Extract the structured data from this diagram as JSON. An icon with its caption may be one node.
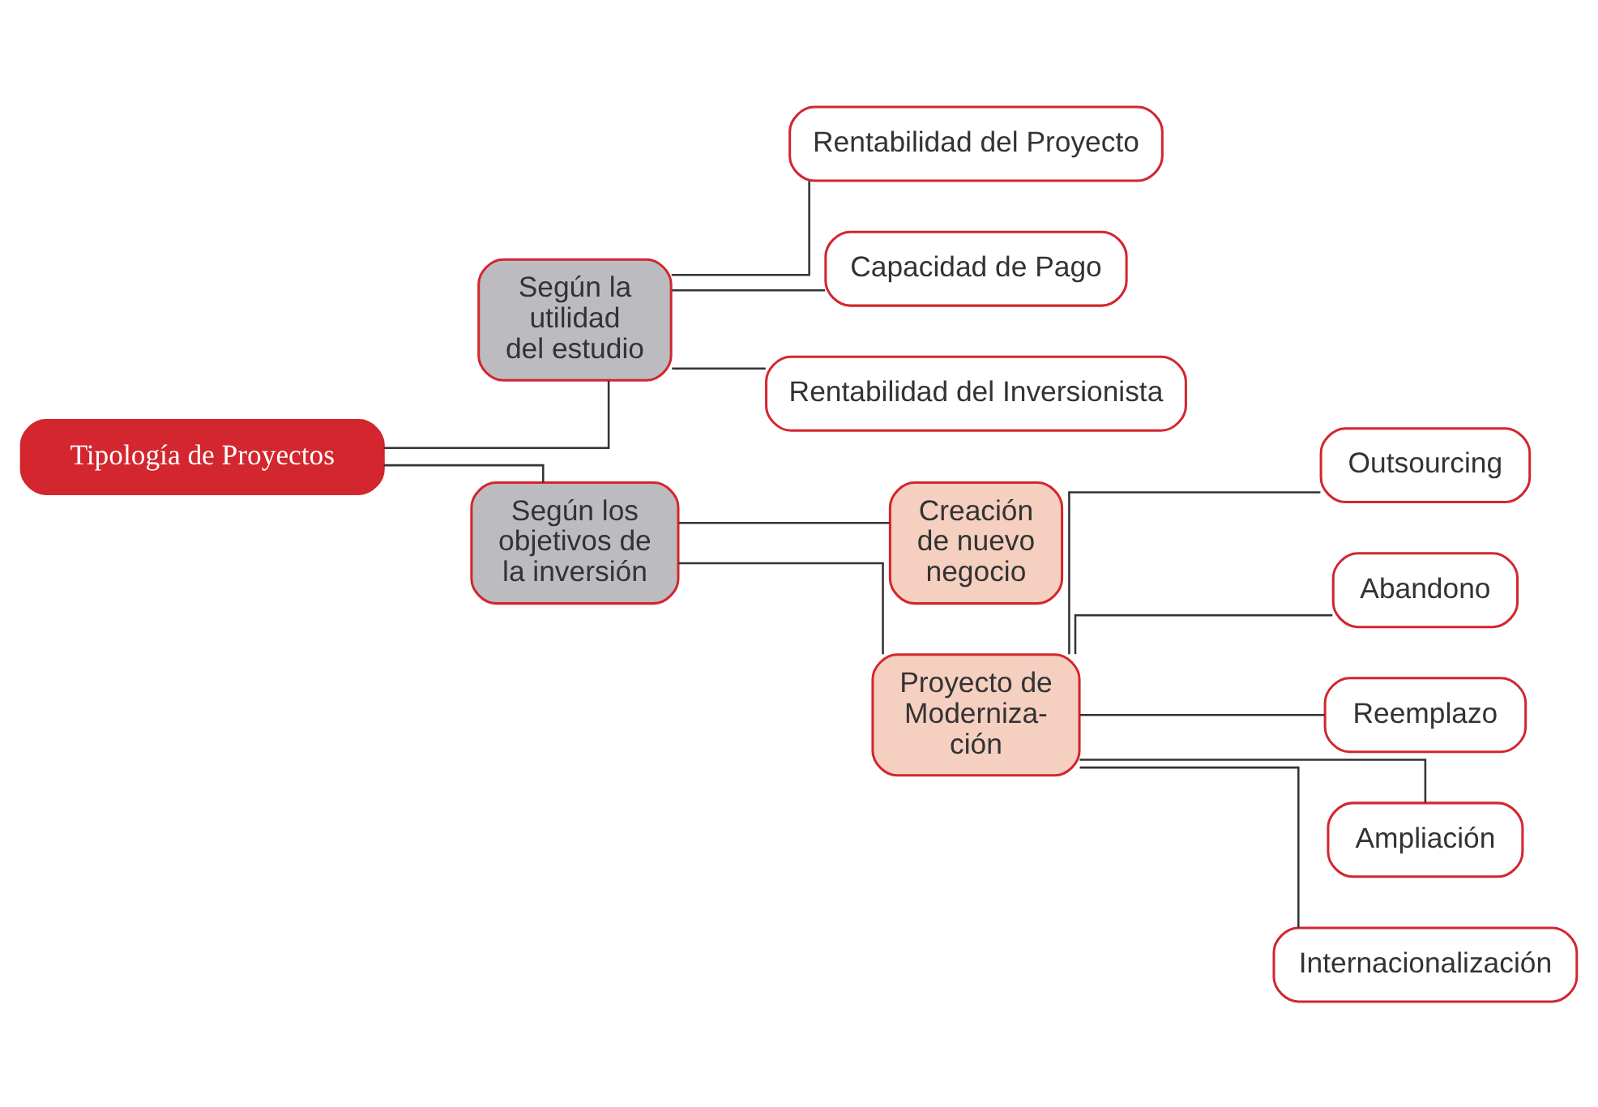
{
  "diagram": {
    "nodes": [
      {
        "text": [
          "Tipología de Proyectos"
        ]
      },
      {
        "text": [
          "Según la utilidad del estudio"
        ]
      },
      {
        "text": [
          "Rentabilidad del Proyecto"
        ]
      },
      {
        "text": [
          "Capacidad de Pago"
        ]
      },
      {
        "text": [
          "Rentabilidad del Inversionista"
        ]
      },
      {
        "text": [
          "Según los objetivos de la inversión"
        ]
      },
      {
        "text": [
          "Creación de nuevo negocio"
        ]
      },
      {
        "text": [
          "Proyecto de Moderniza- ción"
        ]
      },
      {
        "text": [
          "Outsourcing"
        ]
      },
      {
        "text": [
          "Abandono"
        ]
      },
      {
        "text": [
          "Reemplazo"
        ]
      },
      {
        "text": [
          "Ampliación"
        ]
      },
      {
        "text": [
          "Internacionalización"
        ]
      }
    ],
    "edges": [
      {
        "from": 0,
        "to": 1,
        "arrow": "none"
      },
      {
        "from": 0,
        "to": 5,
        "arrow": "none"
      },
      {
        "from": 1,
        "to": 2,
        "arrow": "none"
      },
      {
        "from": 1,
        "to": 3,
        "arrow": "none"
      },
      {
        "from": 1,
        "to": 4,
        "arrow": "none"
      },
      {
        "from": 5,
        "to": 6,
        "arrow": "none"
      },
      {
        "from": 5,
        "to": 7,
        "arrow": "none"
      },
      {
        "from": 7,
        "to": 8,
        "arrow": "none"
      },
      {
        "from": 7,
        "to": 9,
        "arrow": "none"
      },
      {
        "from": 7,
        "to": 10,
        "arrow": "none"
      },
      {
        "from": 7,
        "to": 11,
        "arrow": "none"
      },
      {
        "from": 7,
        "to": 12,
        "arrow": "none"
      }
    ]
  }
}
